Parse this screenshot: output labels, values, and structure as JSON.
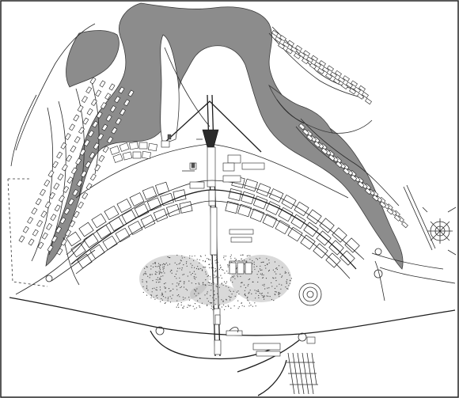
{
  "map": {
    "style": "monochrome urban master plan",
    "colors": {
      "background": "#ffffff",
      "water": "#8c8c8c",
      "roads": "#1e1e1e",
      "blocks": "#222222"
    },
    "features": [
      "lake",
      "residential-axis",
      "monumental-axis",
      "peninsula-north",
      "peninsula-south",
      "park",
      "airport"
    ]
  }
}
